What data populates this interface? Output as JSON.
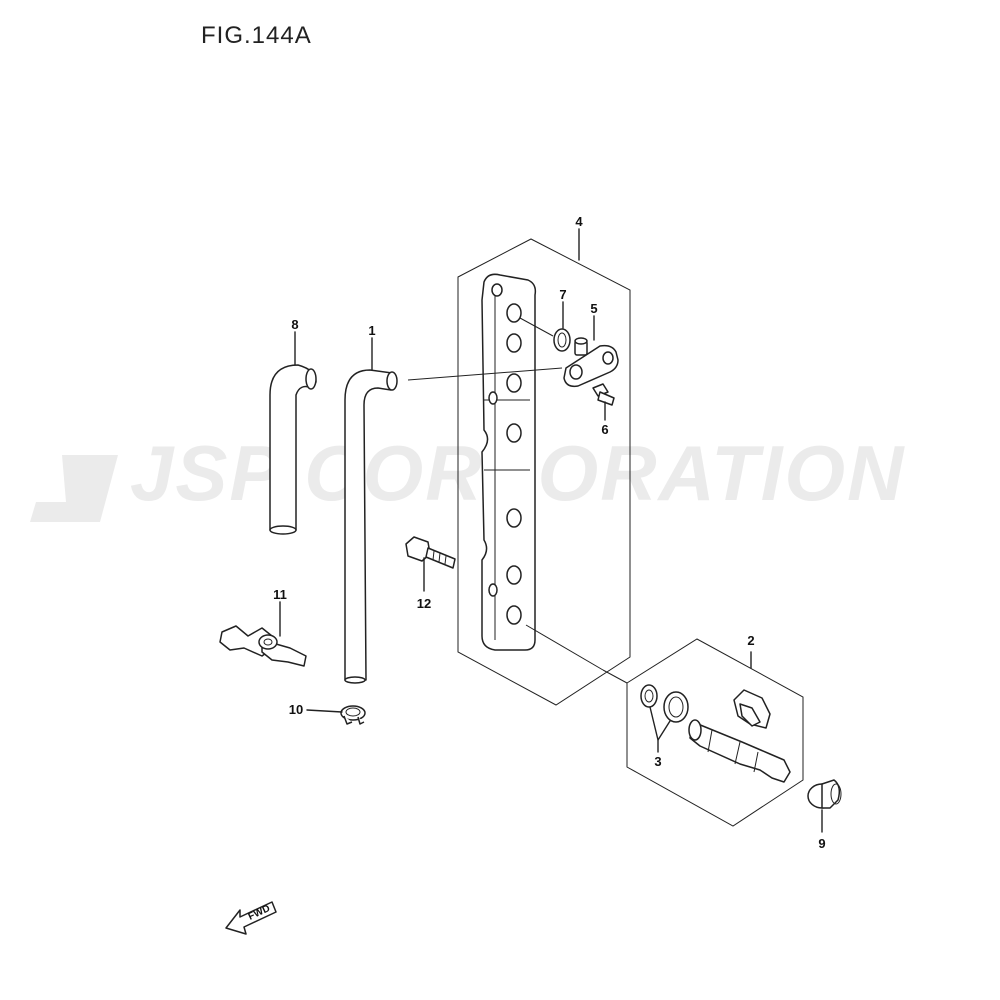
{
  "figure": {
    "title": "FIG.144A"
  },
  "watermark": {
    "text": "JSP CORPORATION"
  },
  "callouts": [
    {
      "id": "4",
      "label": "4"
    },
    {
      "id": "7",
      "label": "7"
    },
    {
      "id": "5",
      "label": "5"
    },
    {
      "id": "6",
      "label": "6"
    },
    {
      "id": "8",
      "label": "8"
    },
    {
      "id": "1",
      "label": "1"
    },
    {
      "id": "12",
      "label": "12"
    },
    {
      "id": "11",
      "label": "11"
    },
    {
      "id": "10",
      "label": "10"
    },
    {
      "id": "2",
      "label": "2"
    },
    {
      "id": "3",
      "label": "3"
    },
    {
      "id": "9",
      "label": "9"
    }
  ],
  "direction": {
    "label": "FWD"
  }
}
